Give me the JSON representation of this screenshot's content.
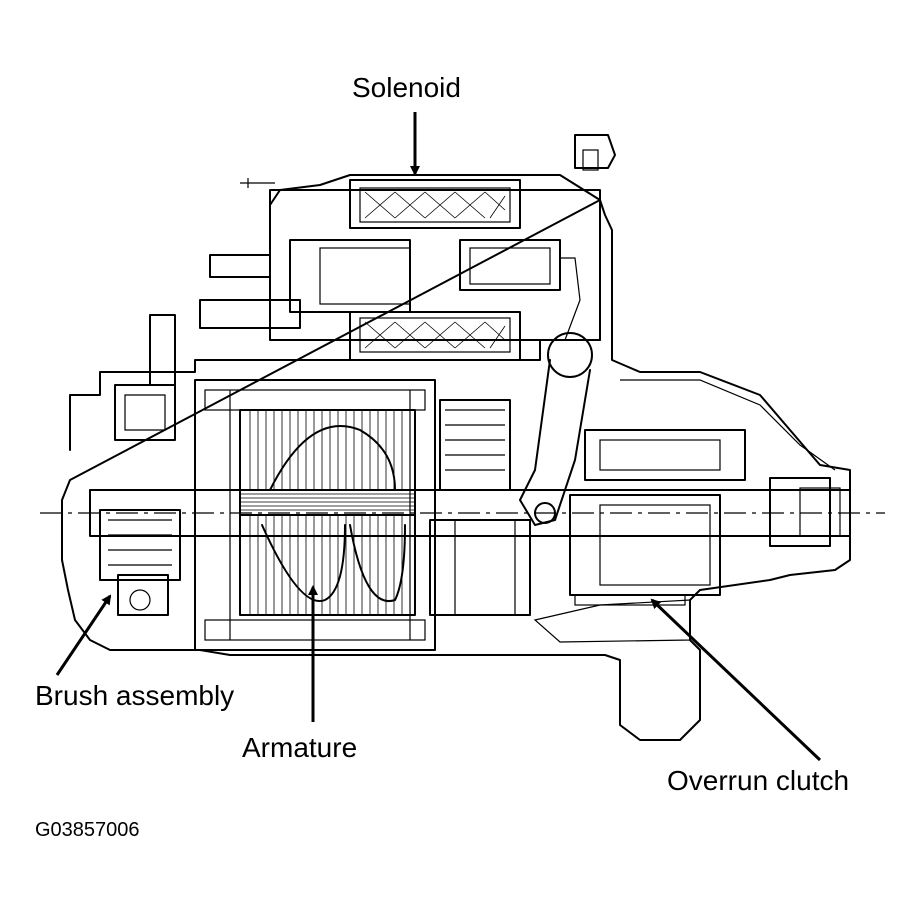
{
  "labels": {
    "solenoid": "Solenoid",
    "brush_assembly": "Brush assembly",
    "armature": "Armature",
    "overrun_clutch": "Overrun clutch",
    "figure_code": "G03857006"
  },
  "colors": {
    "ink": "#000000",
    "paper": "#ffffff"
  }
}
